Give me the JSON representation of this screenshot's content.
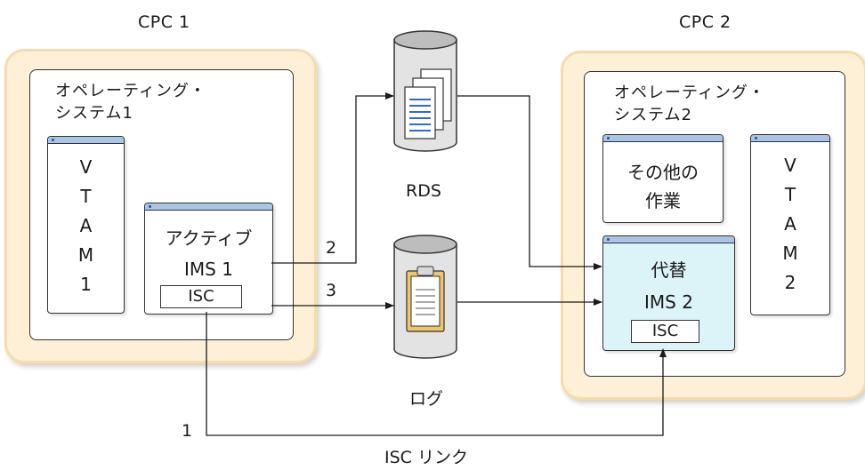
{
  "cpc1": {
    "title": "CPC 1",
    "os_line1": "オペレーティング・",
    "os_line2": "システム1",
    "vtam": [
      "V",
      "T",
      "A",
      "M",
      "1"
    ],
    "ims_line1": "アクティブ",
    "ims_line2": "IMS 1",
    "isc": "ISC"
  },
  "cpc2": {
    "title": "CPC 2",
    "os_line1": "オペレーティング・",
    "os_line2": "システム2",
    "other_line1": "その他の",
    "other_line2": "作業",
    "vtam": [
      "V",
      "T",
      "A",
      "M",
      "2"
    ],
    "ims_line1": "代替",
    "ims_line2": "IMS 2",
    "isc": "ISC"
  },
  "rds_label": "RDS",
  "log_label": "ログ",
  "isc_link_label": "ISC リンク",
  "arrow_labels": {
    "one": "1",
    "two": "2",
    "three": "3"
  }
}
